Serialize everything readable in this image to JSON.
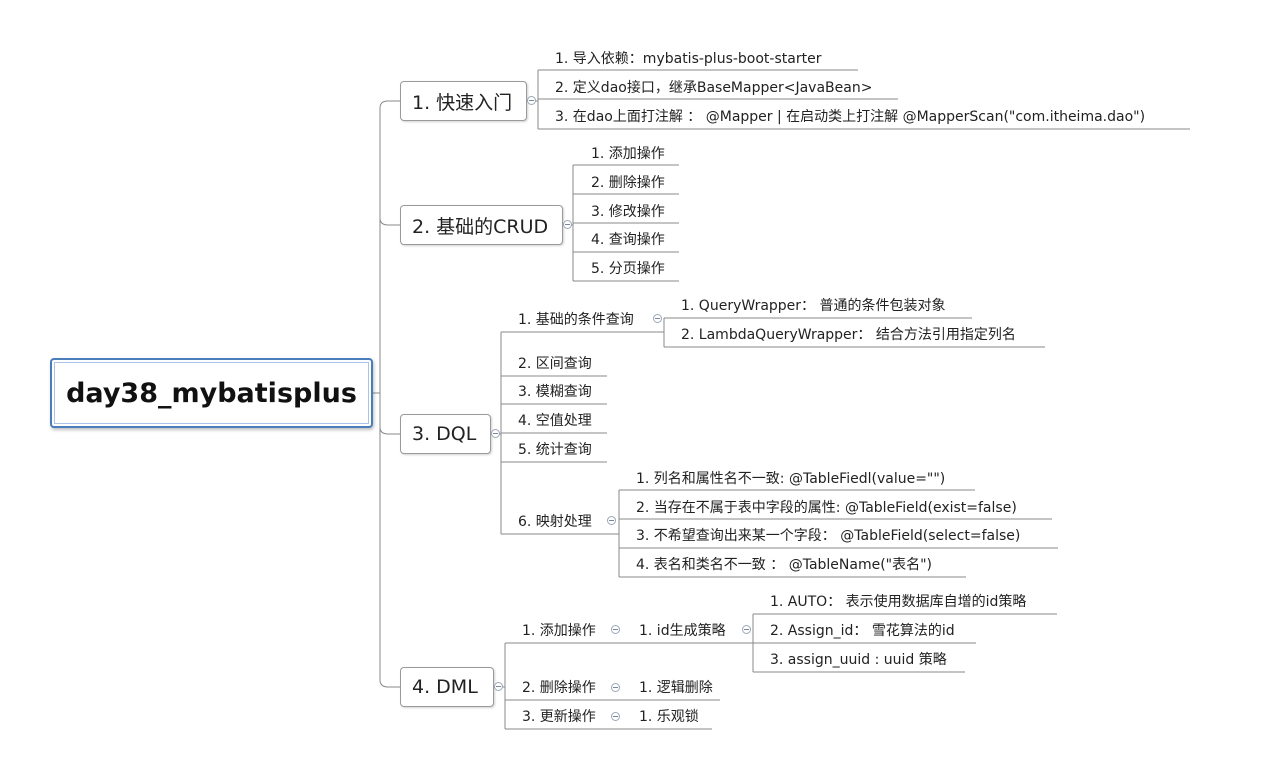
{
  "root": {
    "label": "day38_mybatisplus"
  },
  "branches": {
    "quickstart": {
      "label": "1. 快速入门",
      "items": [
        "1. 导入依赖：mybatis-plus-boot-starter",
        "2. 定义dao接口，继承BaseMapper<JavaBean>",
        "3. 在dao上面打注解 ： @Mapper | 在启动类上打注解 @MapperScan(\"com.itheima.dao\")"
      ]
    },
    "crud": {
      "label": "2. 基础的CRUD",
      "items": [
        "1. 添加操作",
        "2. 删除操作",
        "3. 修改操作",
        "4. 查询操作",
        "5. 分页操作"
      ]
    },
    "dql": {
      "label": "3. DQL",
      "condition": {
        "label": "1. 基础的条件查询",
        "items": [
          "1. QueryWrapper： 普通的条件包装对象",
          "2. LambdaQueryWrapper： 结合方法引用指定列名"
        ]
      },
      "range": "2.  区间查询",
      "fuzzy": "3. 模糊查询",
      "nullvalue": "4. 空值处理",
      "stats": "5. 统计查询",
      "mapping": {
        "label": "6. 映射处理",
        "items": [
          "1. 列名和属性名不一致: @TableFiedl(value=\"\")",
          "2. 当存在不属于表中字段的属性: @TableField(exist=false)",
          "3. 不希望查询出来某一个字段：  @TableField(select=false)",
          "4. 表名和类名不一致 ：  @TableName(\"表名\")"
        ]
      }
    },
    "dml": {
      "label": "4. DML",
      "add": {
        "label": "1. 添加操作",
        "idstrategy": {
          "label": "1. id生成策略",
          "items": [
            "1. AUTO： 表示使用数据库自增的id策略",
            "2. Assign_id： 雪花算法的id",
            "3. assign_uuid : uuid 策略"
          ]
        }
      },
      "delete": {
        "label": "2. 删除操作",
        "child": "1. 逻辑删除"
      },
      "update": {
        "label": "3. 更新操作",
        "child": "1. 乐观锁"
      }
    }
  }
}
